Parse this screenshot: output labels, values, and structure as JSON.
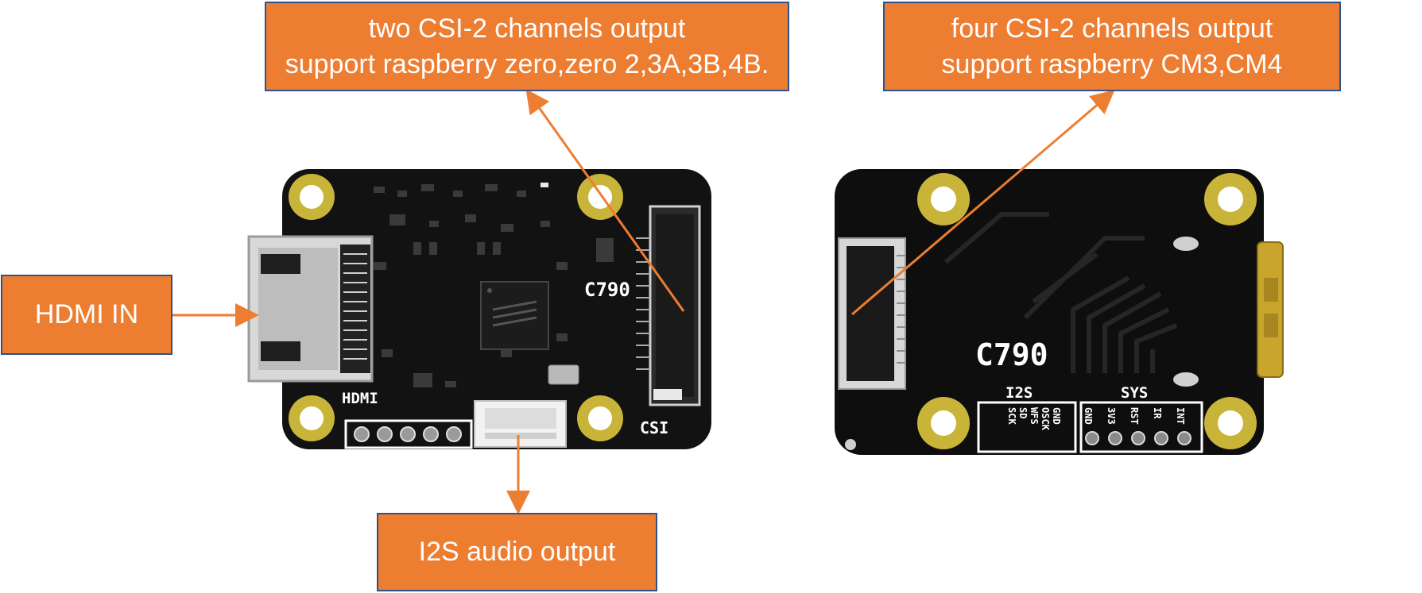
{
  "callouts": {
    "top_left": {
      "line1": "two CSI-2 channels output",
      "line2": "support raspberry zero,zero 2,3A,3B,4B."
    },
    "top_right": {
      "line1": "four CSI-2 channels output",
      "line2": "support raspberry CM3,CM4"
    },
    "hdmi_in": "HDMI IN",
    "i2s_audio": "I2S audio output"
  },
  "board_front": {
    "model_label": "C790",
    "hdmi_label": "HDMI",
    "csi_label": "CSI"
  },
  "board_back": {
    "model_label": "C790",
    "i2s_header_label": "I2S",
    "i2s_pins": [
      "GND",
      "OSCK",
      "WFS",
      "SD",
      "SCK"
    ],
    "sys_header_label": "SYS",
    "sys_pins": [
      "GND",
      "3V3",
      "RST",
      "IR",
      "INT"
    ]
  },
  "colors": {
    "callout_fill": "#ED7D31",
    "callout_border": "#2F528F",
    "pcb": "#111111",
    "mount_pad": "#C9B43A"
  }
}
